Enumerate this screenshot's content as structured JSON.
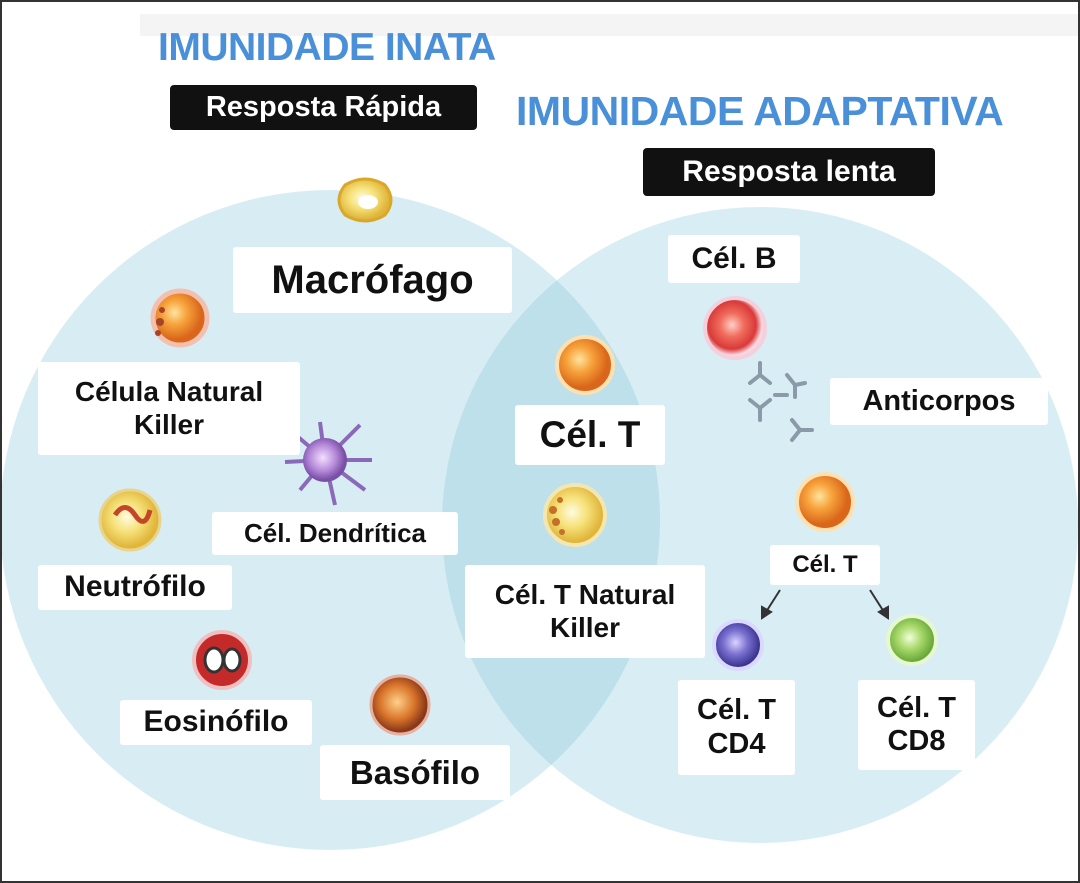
{
  "titles": {
    "innate": "IMUNIDADE INATA",
    "innate_tag": "Resposta Rápida",
    "adaptive": "IMUNIDADE ADAPTATIVA",
    "adaptive_tag": "Resposta lenta"
  },
  "innate_cells": {
    "macrophage": "Macrófago",
    "nk_line1": "Célula Natural",
    "nk_line2": "Killer",
    "dendritic": "Cél. Dendrítica",
    "neutrophil": "Neutrófilo",
    "eosinophil": "Eosinófilo",
    "basophil": "Basófilo"
  },
  "overlap_cells": {
    "t_cell": "Cél. T",
    "nkt_line1": "Cél. T Natural",
    "nkt_line2": "Killer"
  },
  "adaptive_cells": {
    "b_cell": "Cél. B",
    "antibodies": "Anticorpos",
    "t_cell": "Cél. T",
    "cd4_line1": "Cél. T",
    "cd4_line2": "CD4",
    "cd8_line1": "Cél. T",
    "cd8_line2": "CD8"
  },
  "colors": {
    "title_blue": "#4a90d9",
    "circle_fill": "#d7edf3",
    "overlap_fill": "#bde0ea"
  }
}
